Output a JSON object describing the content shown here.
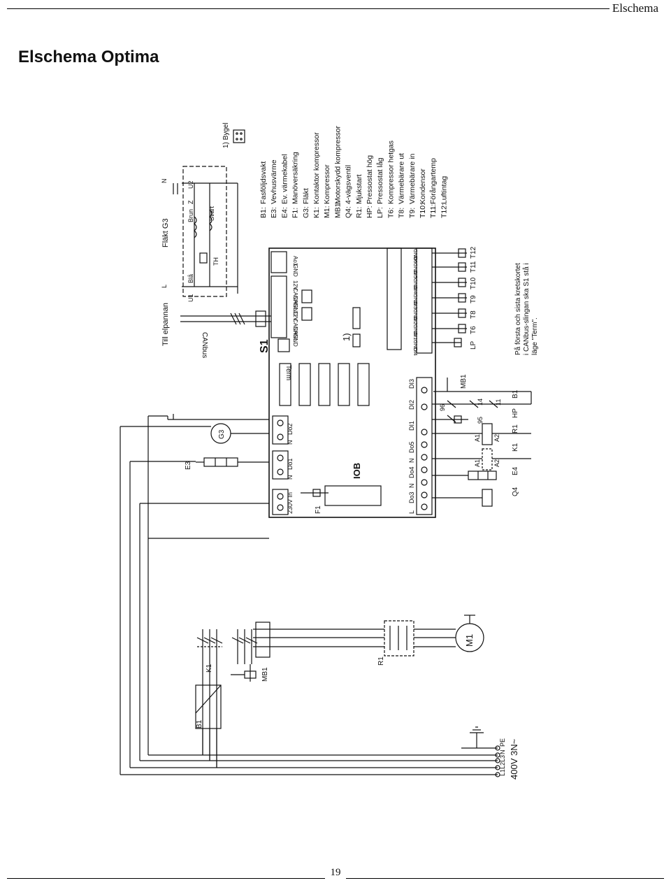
{
  "header": {
    "section": "Elschema"
  },
  "title": "Elschema Optima",
  "page_number": "19",
  "supply": {
    "voltage": "400V 3N~",
    "terminals": [
      "L1",
      "L2",
      "L3",
      "N",
      "PE"
    ]
  },
  "labels": {
    "till_elpannan": "Till elpannan",
    "flakt_g3": "Fläkt G3",
    "canbus": "CANbus",
    "s1": "S1",
    "term": "Term",
    "iob": "IOB",
    "fuse": "F1",
    "bygel": "1) Bygel",
    "bygel_ref": "1)",
    "bla": "Blå",
    "brun": "Brun",
    "svart": "Svart",
    "th": "TH",
    "u1": "U1",
    "u2": "U2",
    "z": "Z",
    "l": "L",
    "n": "N",
    "e3": "E3",
    "g3": "G3",
    "m1": "M1",
    "k1": "K1",
    "mb1": "MB1",
    "r1": "R1",
    "b1": "B1",
    "e4": "E4",
    "q4": "Q4",
    "hp": "HP",
    "lp": "LP"
  },
  "board": {
    "top_connectors": [
      "230V In",
      "N",
      "Do1",
      "N",
      "Do2"
    ],
    "bottom_connectors": [
      "L",
      "Do3",
      "N",
      "Do4",
      "N",
      "Do5",
      "DI1",
      "DI2",
      "DI3"
    ],
    "can_pins": [
      "GND",
      "CANL",
      "CANH",
      "12V",
      "GND",
      "CANL",
      "CANH",
      "12V"
    ],
    "ao_pins": [
      "GND",
      "Ao1"
    ],
    "analog_pins": [
      "DI4",
      "GND",
      "AI1",
      "GND",
      "AI2",
      "GND",
      "AI3",
      "GND",
      "AI4",
      "GND",
      "AI5",
      "GND",
      "AI6",
      "GND"
    ]
  },
  "sensors": [
    "T6",
    "T8",
    "T9",
    "T10",
    "T11",
    "T12"
  ],
  "mb1_contacts": [
    "96",
    "95",
    "14",
    "11"
  ],
  "relay_contacts": [
    "A1",
    "A2",
    "A1",
    "A2"
  ],
  "note": "På första och sista kretskortet i CANbus-slingan ska S1 stå i läge \"Term\".",
  "legend": [
    {
      "code": "B1:",
      "desc": "Fasföljdsvakt"
    },
    {
      "code": "E3:",
      "desc": "Vevhusvärme"
    },
    {
      "code": "E4:",
      "desc": "Ev. värmekabel"
    },
    {
      "code": "F1:",
      "desc": "Manöversäkring"
    },
    {
      "code": "G3:",
      "desc": "Fläkt"
    },
    {
      "code": "K1:",
      "desc": "Kontaktor kompressor"
    },
    {
      "code": "M1:",
      "desc": "Kompressor"
    },
    {
      "code": "MB1:",
      "desc": "Motorskydd kompressor"
    },
    {
      "code": "Q4:",
      "desc": "4-vägsventil"
    },
    {
      "code": "R1:",
      "desc": "Mjukstart"
    },
    {
      "code": "HP:",
      "desc": "Pressostat hög"
    },
    {
      "code": "LP:",
      "desc": "Pressostat låg"
    },
    {
      "code": "T6:",
      "desc": "Kompressor hetgas"
    },
    {
      "code": "T8:",
      "desc": "Värmebärare ut"
    },
    {
      "code": "T9:",
      "desc": "Värmebärare in"
    },
    {
      "code": "T10:",
      "desc": "Kondensor"
    },
    {
      "code": "T11:",
      "desc": "Förångartemp"
    },
    {
      "code": "T12:",
      "desc": "Luftintag"
    }
  ]
}
